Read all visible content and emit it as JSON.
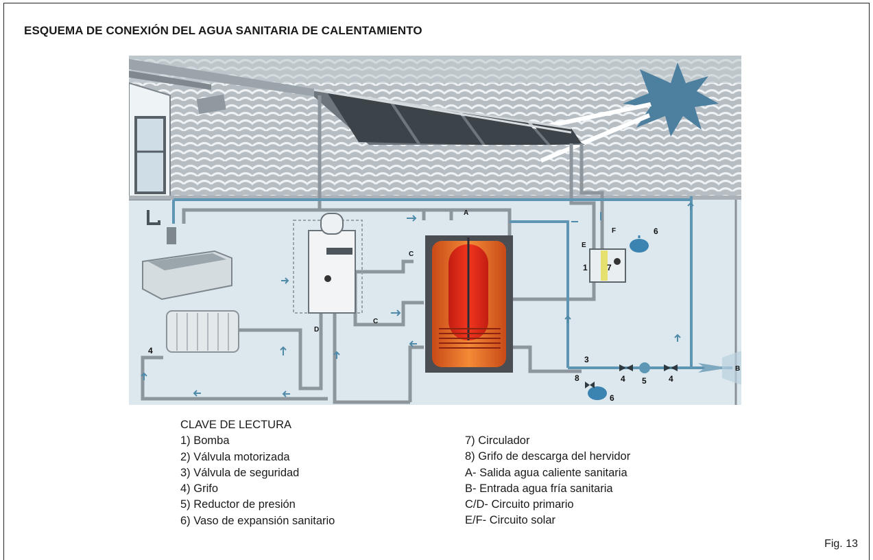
{
  "title": "ESQUEMA DE CONEXIÓN DEL AGUA SANITARIA DE CALENTAMIENTO",
  "legend": {
    "heading": "CLAVE DE LECTURA",
    "left_items": [
      "1) Bomba",
      "2) Válvula motorizada",
      "3) Válvula de seguridad",
      "4) Grifo",
      "5) Reductor de presión",
      "6) Vaso de expansión sanitario"
    ],
    "right_items": [
      "7) Circulador",
      "8) Grifo de descarga del hervidor",
      "A- Salida agua caliente sanitaria",
      "B- Entrada agua fría sanitaria",
      "C/D- Circuito primario",
      "E/F- Circuito solar"
    ]
  },
  "diagram_labels": {
    "a": "A",
    "b": "B",
    "c1": "C",
    "c2": "C",
    "d": "D",
    "e": "E",
    "f": "F",
    "n1": "1",
    "n7": "7",
    "n6a": "6",
    "n6b": "6",
    "n3": "3",
    "n4a": "4",
    "n4b": "4",
    "n5": "5",
    "n8": "8",
    "n4c": "4"
  },
  "figure_label": "Fig. 13",
  "colors": {
    "wall": "#dfe9ef",
    "roof": "#b4bcc2",
    "tank_hot": "#e9321e",
    "tank_outer": "#f07a2a",
    "pipe": "#8f989e",
    "pipe_cold": "#5f98b6",
    "vessel": "#3f86b4",
    "sun": "#4f7f9e"
  }
}
